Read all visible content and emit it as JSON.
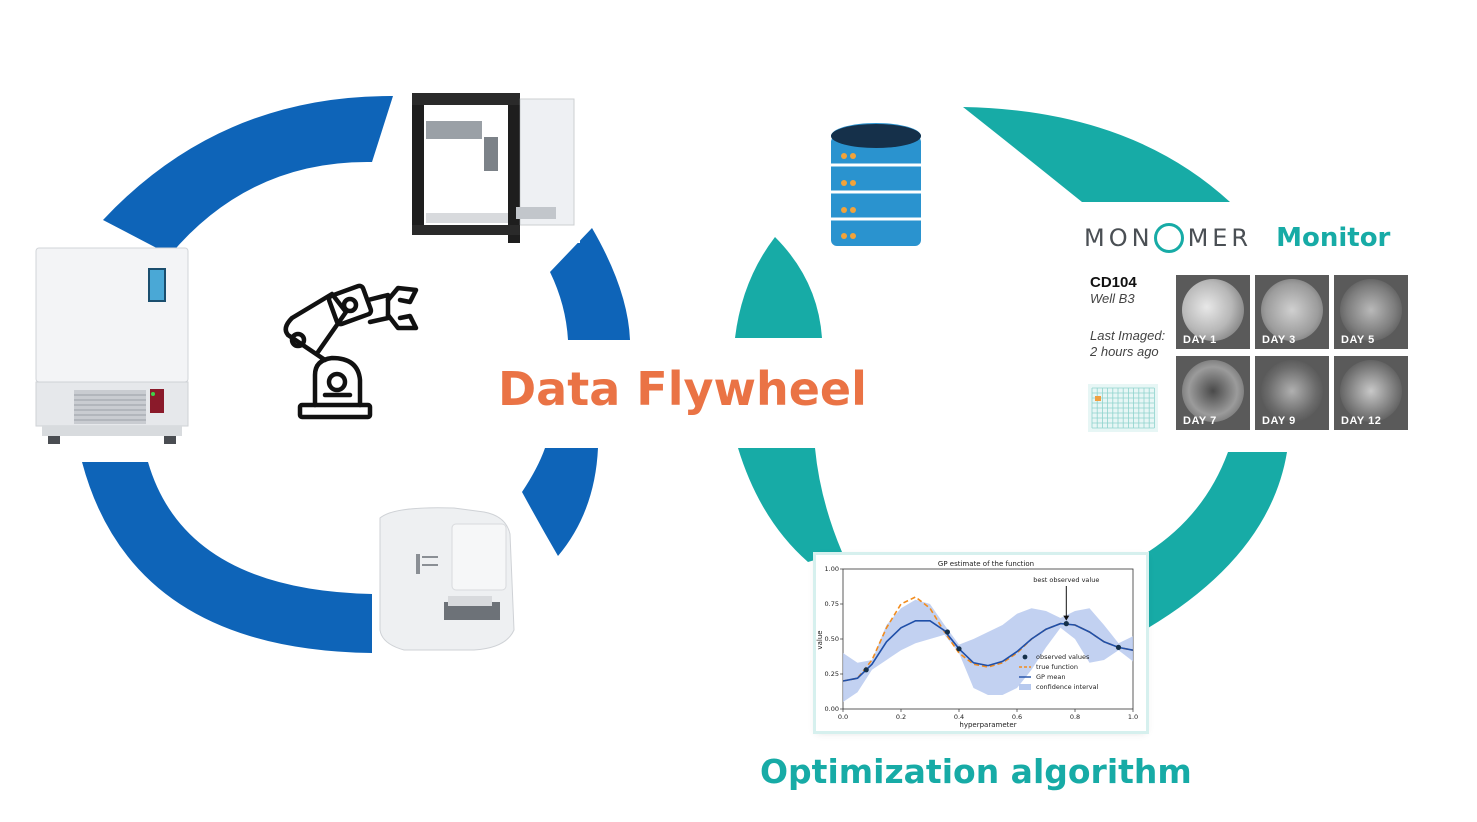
{
  "title": "Data Flywheel",
  "colors": {
    "blue_ring": "#0e64b8",
    "teal_ring": "#17aba6",
    "title_orange": "#ea7345",
    "database": "#2a93cf",
    "gp_mean": "#1f4fa8",
    "true_function": "#f28c1e",
    "confidence_fill": "#b7c9ee"
  },
  "icons": [
    "incubator-icon",
    "liquid-handler-icon",
    "robot-arm-icon",
    "plate-reader-icon",
    "database-icon"
  ],
  "monitor": {
    "brand_left": "MON",
    "brand_right": "MER",
    "product": "Monitor",
    "plate": "CD104",
    "well": "Well B3",
    "last_imaged_label": "Last Imaged:",
    "last_imaged_value": "2 hours ago",
    "days": [
      "DAY 1",
      "DAY 3",
      "DAY 5",
      "DAY 7",
      "DAY 9",
      "DAY 12"
    ]
  },
  "optimization_label": "Optimization algorithm",
  "chart_data": {
    "type": "line",
    "title": "GP estimate of the function",
    "xlabel": "hyperparameter",
    "ylabel": "value",
    "xlim": [
      0.0,
      1.0
    ],
    "ylim": [
      0.0,
      1.0
    ],
    "xticks": [
      "0.0",
      "0.2",
      "0.4",
      "0.6",
      "0.8",
      "1.0"
    ],
    "yticks": [
      "0.00",
      "0.25",
      "0.50",
      "0.75",
      "1.00"
    ],
    "annotation": "best observed value",
    "annotation_x": 0.77,
    "annotation_y": 0.61,
    "observed": {
      "name": "observed values",
      "x": [
        0.08,
        0.36,
        0.4,
        0.77,
        0.95
      ],
      "y": [
        0.28,
        0.55,
        0.43,
        0.61,
        0.44
      ]
    },
    "true_function": {
      "name": "true function",
      "x": [
        0.0,
        0.05,
        0.1,
        0.15,
        0.2,
        0.25,
        0.3,
        0.35,
        0.4,
        0.45,
        0.5,
        0.55,
        0.6,
        0.65,
        0.7,
        0.75,
        0.8,
        0.85,
        0.9,
        0.95,
        1.0
      ],
      "y": [
        0.2,
        0.22,
        0.35,
        0.58,
        0.75,
        0.8,
        0.72,
        0.55,
        0.4,
        0.32,
        0.3,
        0.33,
        0.4,
        0.5,
        0.57,
        0.61,
        0.6,
        0.55,
        0.48,
        0.44,
        0.42
      ]
    },
    "gp_mean": {
      "name": "GP mean",
      "x": [
        0.0,
        0.05,
        0.1,
        0.15,
        0.2,
        0.25,
        0.3,
        0.35,
        0.4,
        0.45,
        0.5,
        0.55,
        0.6,
        0.65,
        0.7,
        0.75,
        0.8,
        0.85,
        0.9,
        0.95,
        1.0
      ],
      "y": [
        0.2,
        0.22,
        0.32,
        0.48,
        0.58,
        0.63,
        0.63,
        0.56,
        0.43,
        0.33,
        0.31,
        0.34,
        0.41,
        0.5,
        0.57,
        0.61,
        0.6,
        0.55,
        0.48,
        0.44,
        0.42
      ]
    },
    "confidence_interval": {
      "name": "confidence interval",
      "x": [
        0.0,
        0.05,
        0.1,
        0.15,
        0.2,
        0.25,
        0.3,
        0.35,
        0.4,
        0.45,
        0.5,
        0.55,
        0.6,
        0.65,
        0.7,
        0.75,
        0.8,
        0.85,
        0.9,
        0.95,
        1.0
      ],
      "lower": [
        0.05,
        0.12,
        0.28,
        0.35,
        0.42,
        0.47,
        0.5,
        0.53,
        0.4,
        0.15,
        0.1,
        0.1,
        0.15,
        0.28,
        0.44,
        0.58,
        0.5,
        0.33,
        0.35,
        0.42,
        0.34
      ],
      "upper": [
        0.4,
        0.33,
        0.35,
        0.6,
        0.72,
        0.78,
        0.75,
        0.6,
        0.46,
        0.5,
        0.55,
        0.6,
        0.68,
        0.72,
        0.7,
        0.65,
        0.7,
        0.72,
        0.6,
        0.47,
        0.52
      ]
    },
    "legend": [
      "observed values",
      "true function",
      "GP mean",
      "confidence interval"
    ],
    "legend_placement": "lower-right",
    "grid": false
  }
}
